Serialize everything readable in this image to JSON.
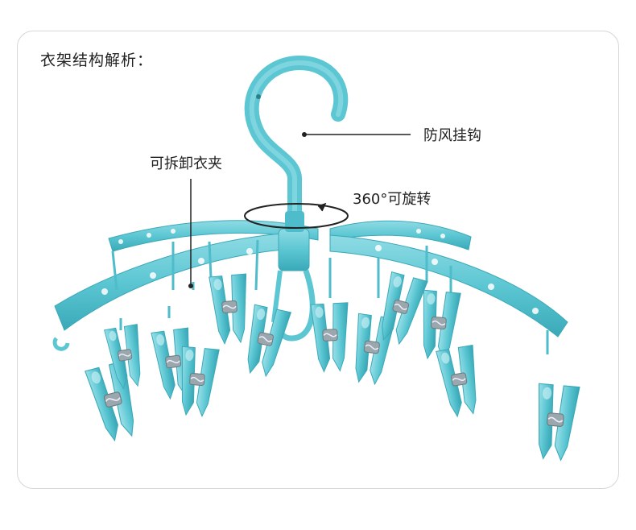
{
  "title": "衣架结构解析：",
  "callouts": {
    "hook": "防风挂钩",
    "clip": "可拆卸衣夹",
    "rotate": "360°可旋转"
  },
  "colors": {
    "hanger": "#5cc7d3",
    "hanger_dark": "#3aa9b8",
    "hanger_light": "#9be0e8",
    "line": "#222222",
    "border": "#d6d6d6"
  }
}
